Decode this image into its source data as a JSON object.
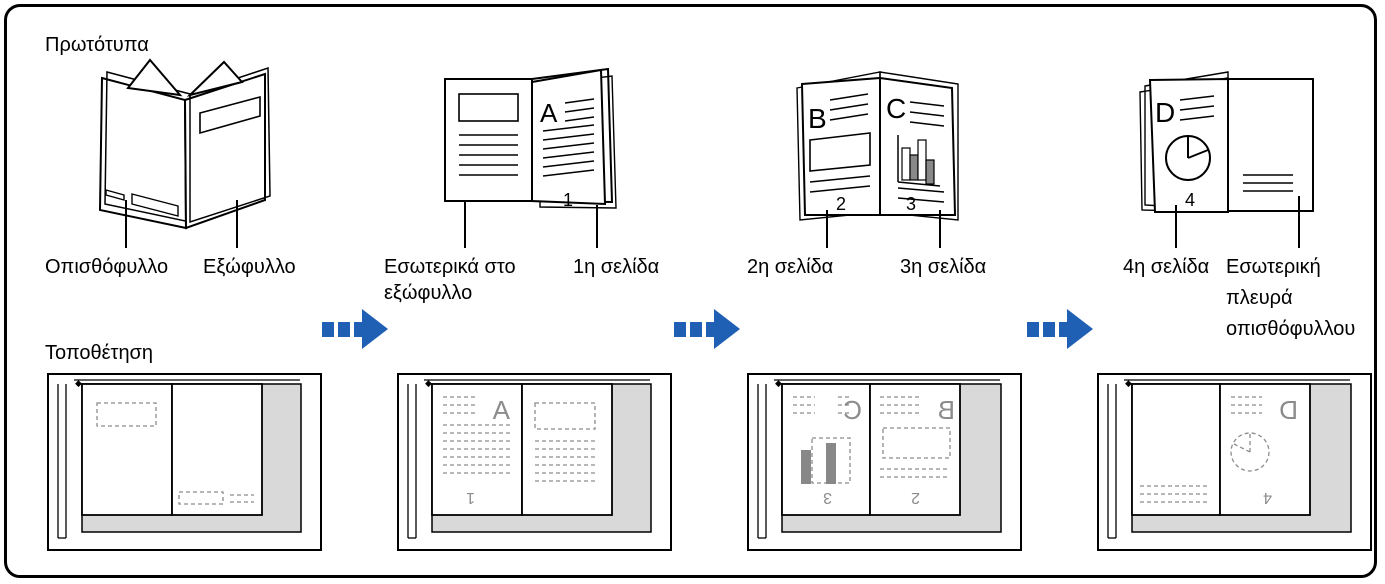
{
  "section_titles": {
    "originals": "Πρωτότυπα",
    "placement": "Τοποθέτηση"
  },
  "labels": {
    "back_cover": "Οπισθόφυλλο",
    "front_cover": "Εξώφυλλο",
    "inside_front_line1": "Εσωτερικά στο",
    "inside_front_line2": "εξώφυλλο",
    "page1": "1η σελίδα",
    "page2": "2η σελίδα",
    "page3": "3η σελίδα",
    "page4": "4η σελίδα",
    "inside_back_line1": "Εσωτερική",
    "inside_back_line2": "πλευρά",
    "inside_back_line3": "οπισθόφυλλου"
  },
  "page_marks": {
    "p1": "1",
    "p2": "2",
    "p3": "3",
    "p4": "4",
    "letter_a": "A",
    "letter_b": "B",
    "letter_c": "C",
    "letter_d": "D"
  },
  "colors": {
    "arrow": "#1f5fb4",
    "glass": "#d9d9d9",
    "dash": "#8c8c8c",
    "bar": "#888888"
  },
  "icons": [
    "book-icon",
    "arrow-right-icon",
    "scanner-glass-icon"
  ]
}
